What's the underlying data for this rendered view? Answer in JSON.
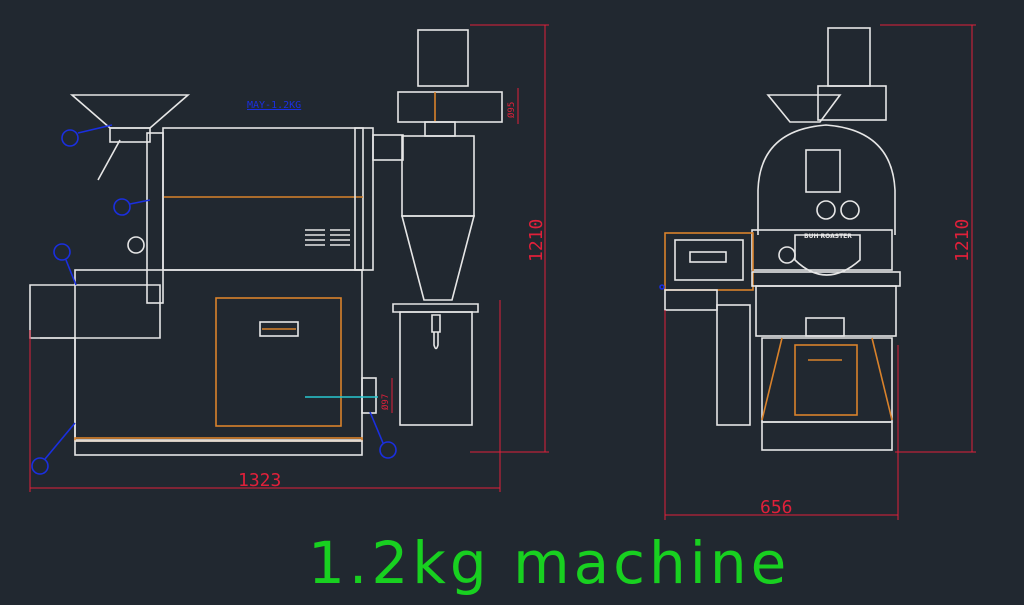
{
  "title": "1.2kg machine",
  "model_label": "MAY-1.2KG",
  "brand_label": "BUH ROASTER",
  "dimensions": {
    "side_width": "1323",
    "side_height": "1210",
    "front_width": "656",
    "front_height": "1210",
    "exhaust_diameter": "Ø95",
    "outlet_diameter": "Ø97"
  },
  "colors": {
    "background": "#212830",
    "outline": "#e6e6e6",
    "accent": "#d9822b",
    "dimension": "#e0203a",
    "annotation": "#1a2fe0",
    "title": "#18d020"
  }
}
